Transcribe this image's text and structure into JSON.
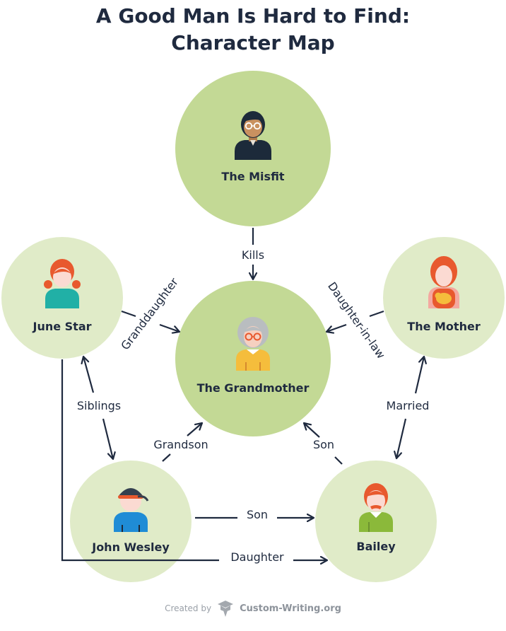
{
  "title": {
    "line1": "A Good Man Is Hard to Find:",
    "line2": "Character Map"
  },
  "colors": {
    "dark_circle": "#c3d995",
    "light_circle": "#e0ebc8",
    "text": "#1f2a3f",
    "footer_text": "#9aa0a8"
  },
  "nodes": {
    "misfit": {
      "label": "The Misfit",
      "icon": "misfit-avatar-icon"
    },
    "grandmother": {
      "label": "The Grandmother",
      "icon": "grandmother-avatar-icon"
    },
    "june_star": {
      "label": "June Star",
      "icon": "june-star-avatar-icon"
    },
    "mother": {
      "label": "The Mother",
      "icon": "mother-avatar-icon"
    },
    "john_wesley": {
      "label": "John Wesley",
      "icon": "john-wesley-avatar-icon"
    },
    "bailey": {
      "label": "Bailey",
      "icon": "bailey-avatar-icon"
    }
  },
  "edges": {
    "kills": "Kills",
    "granddaughter": "Granddaughter",
    "daughter_in_law": "Daughter-in-law",
    "siblings": "Siblings",
    "married": "Married",
    "grandson": "Grandson",
    "son_to_grandmother": "Son",
    "son_to_bailey": "Son",
    "daughter_to_bailey": "Daughter"
  },
  "footer": {
    "created_by": "Created by",
    "brand": "Custom-Writing.org",
    "icon": "graduation-cap-icon"
  }
}
